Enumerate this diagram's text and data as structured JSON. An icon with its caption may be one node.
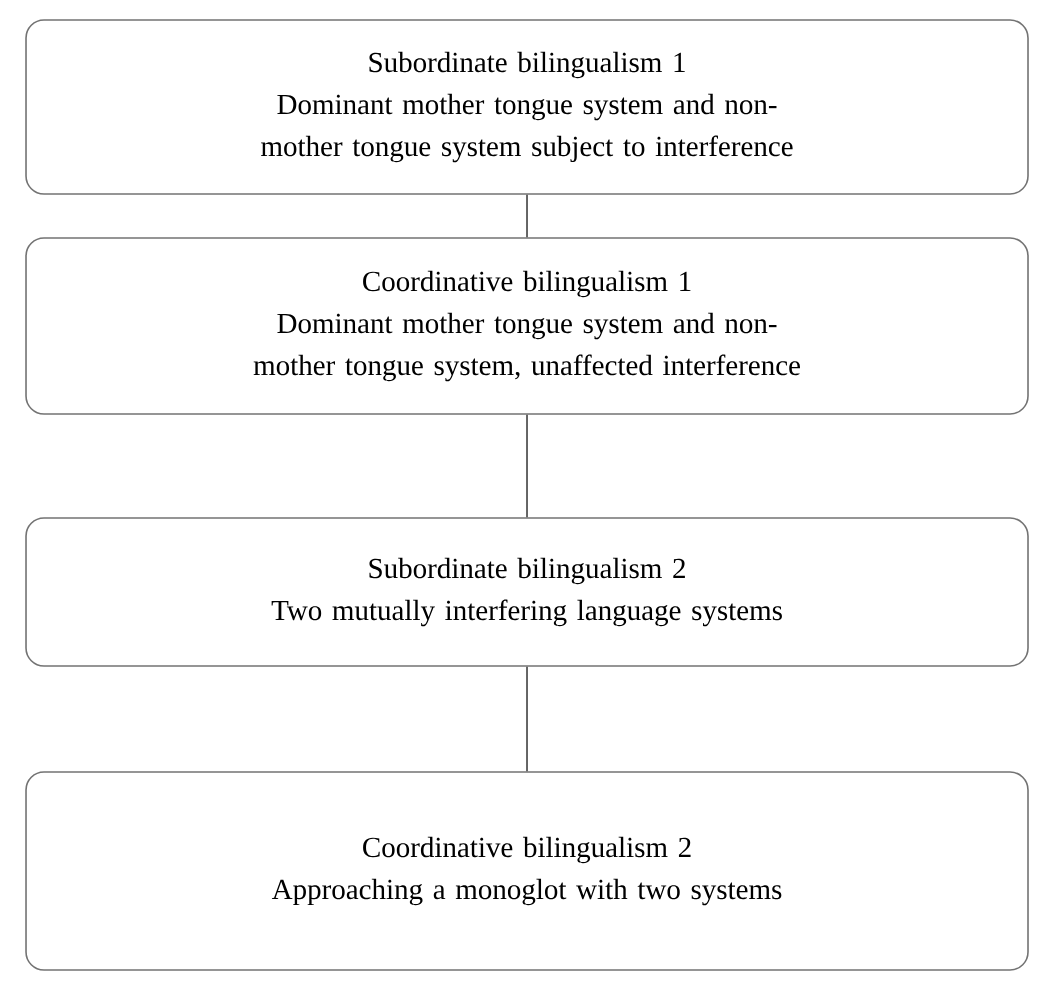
{
  "diagram": {
    "nodes": [
      {
        "text": [
          "Subordinate bilingualism 1",
          "Dominant mother tongue system and non-mother tongue system subject to interference"
        ]
      },
      {
        "text": [
          "Coordinative bilingualism 1",
          "Dominant mother tongue system and non-mother tongue system, unaffected interference"
        ]
      },
      {
        "text": [
          "Subordinate bilingualism 2",
          "Two mutually interfering language systems"
        ]
      },
      {
        "text": [
          "Coordinative bilingualism 2",
          "Approaching a monoglot with two systems"
        ]
      }
    ],
    "edges": [
      {
        "from": 0,
        "to": 1,
        "arrow": "none"
      },
      {
        "from": 1,
        "to": 2,
        "arrow": "none"
      },
      {
        "from": 2,
        "to": 3,
        "arrow": "none"
      }
    ]
  }
}
